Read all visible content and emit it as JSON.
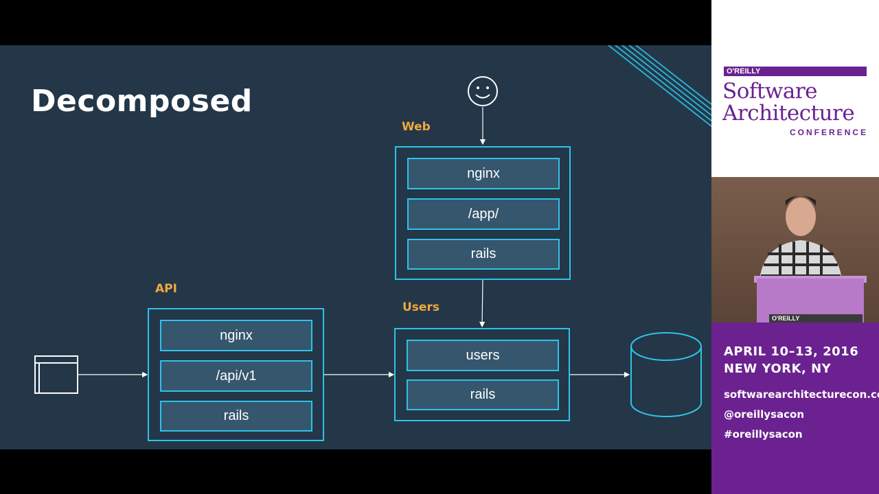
{
  "slide": {
    "title": "Decomposed",
    "sections": {
      "web": {
        "label": "Web",
        "layers": [
          "nginx",
          "/app/",
          "rails"
        ]
      },
      "api": {
        "label": "API",
        "layers": [
          "nginx",
          "/api/v1",
          "rails"
        ]
      },
      "users": {
        "label": "Users",
        "layers": [
          "users",
          "rails"
        ]
      }
    },
    "icons": [
      "smiley-user-icon",
      "client-window-icon",
      "database-icon"
    ]
  },
  "conference": {
    "publisher": "O'REILLY",
    "title_line1": "Software",
    "title_line2": "Architecture",
    "subtitle": "CONFERENCE",
    "podium_label": "O'REILLY",
    "dates": "APRIL 10–13, 2016",
    "location": "NEW YORK, NY",
    "website": "softwarearchitecturecon.com",
    "twitter": "@oreillysacon",
    "hashtag": "#oreillysacon"
  },
  "colors": {
    "slide_background": "#233748",
    "accent_cyan": "#2fc3e8",
    "label_orange": "#f0a840",
    "layer_fill": "#35566d",
    "brand_purple": "#6b2290"
  }
}
